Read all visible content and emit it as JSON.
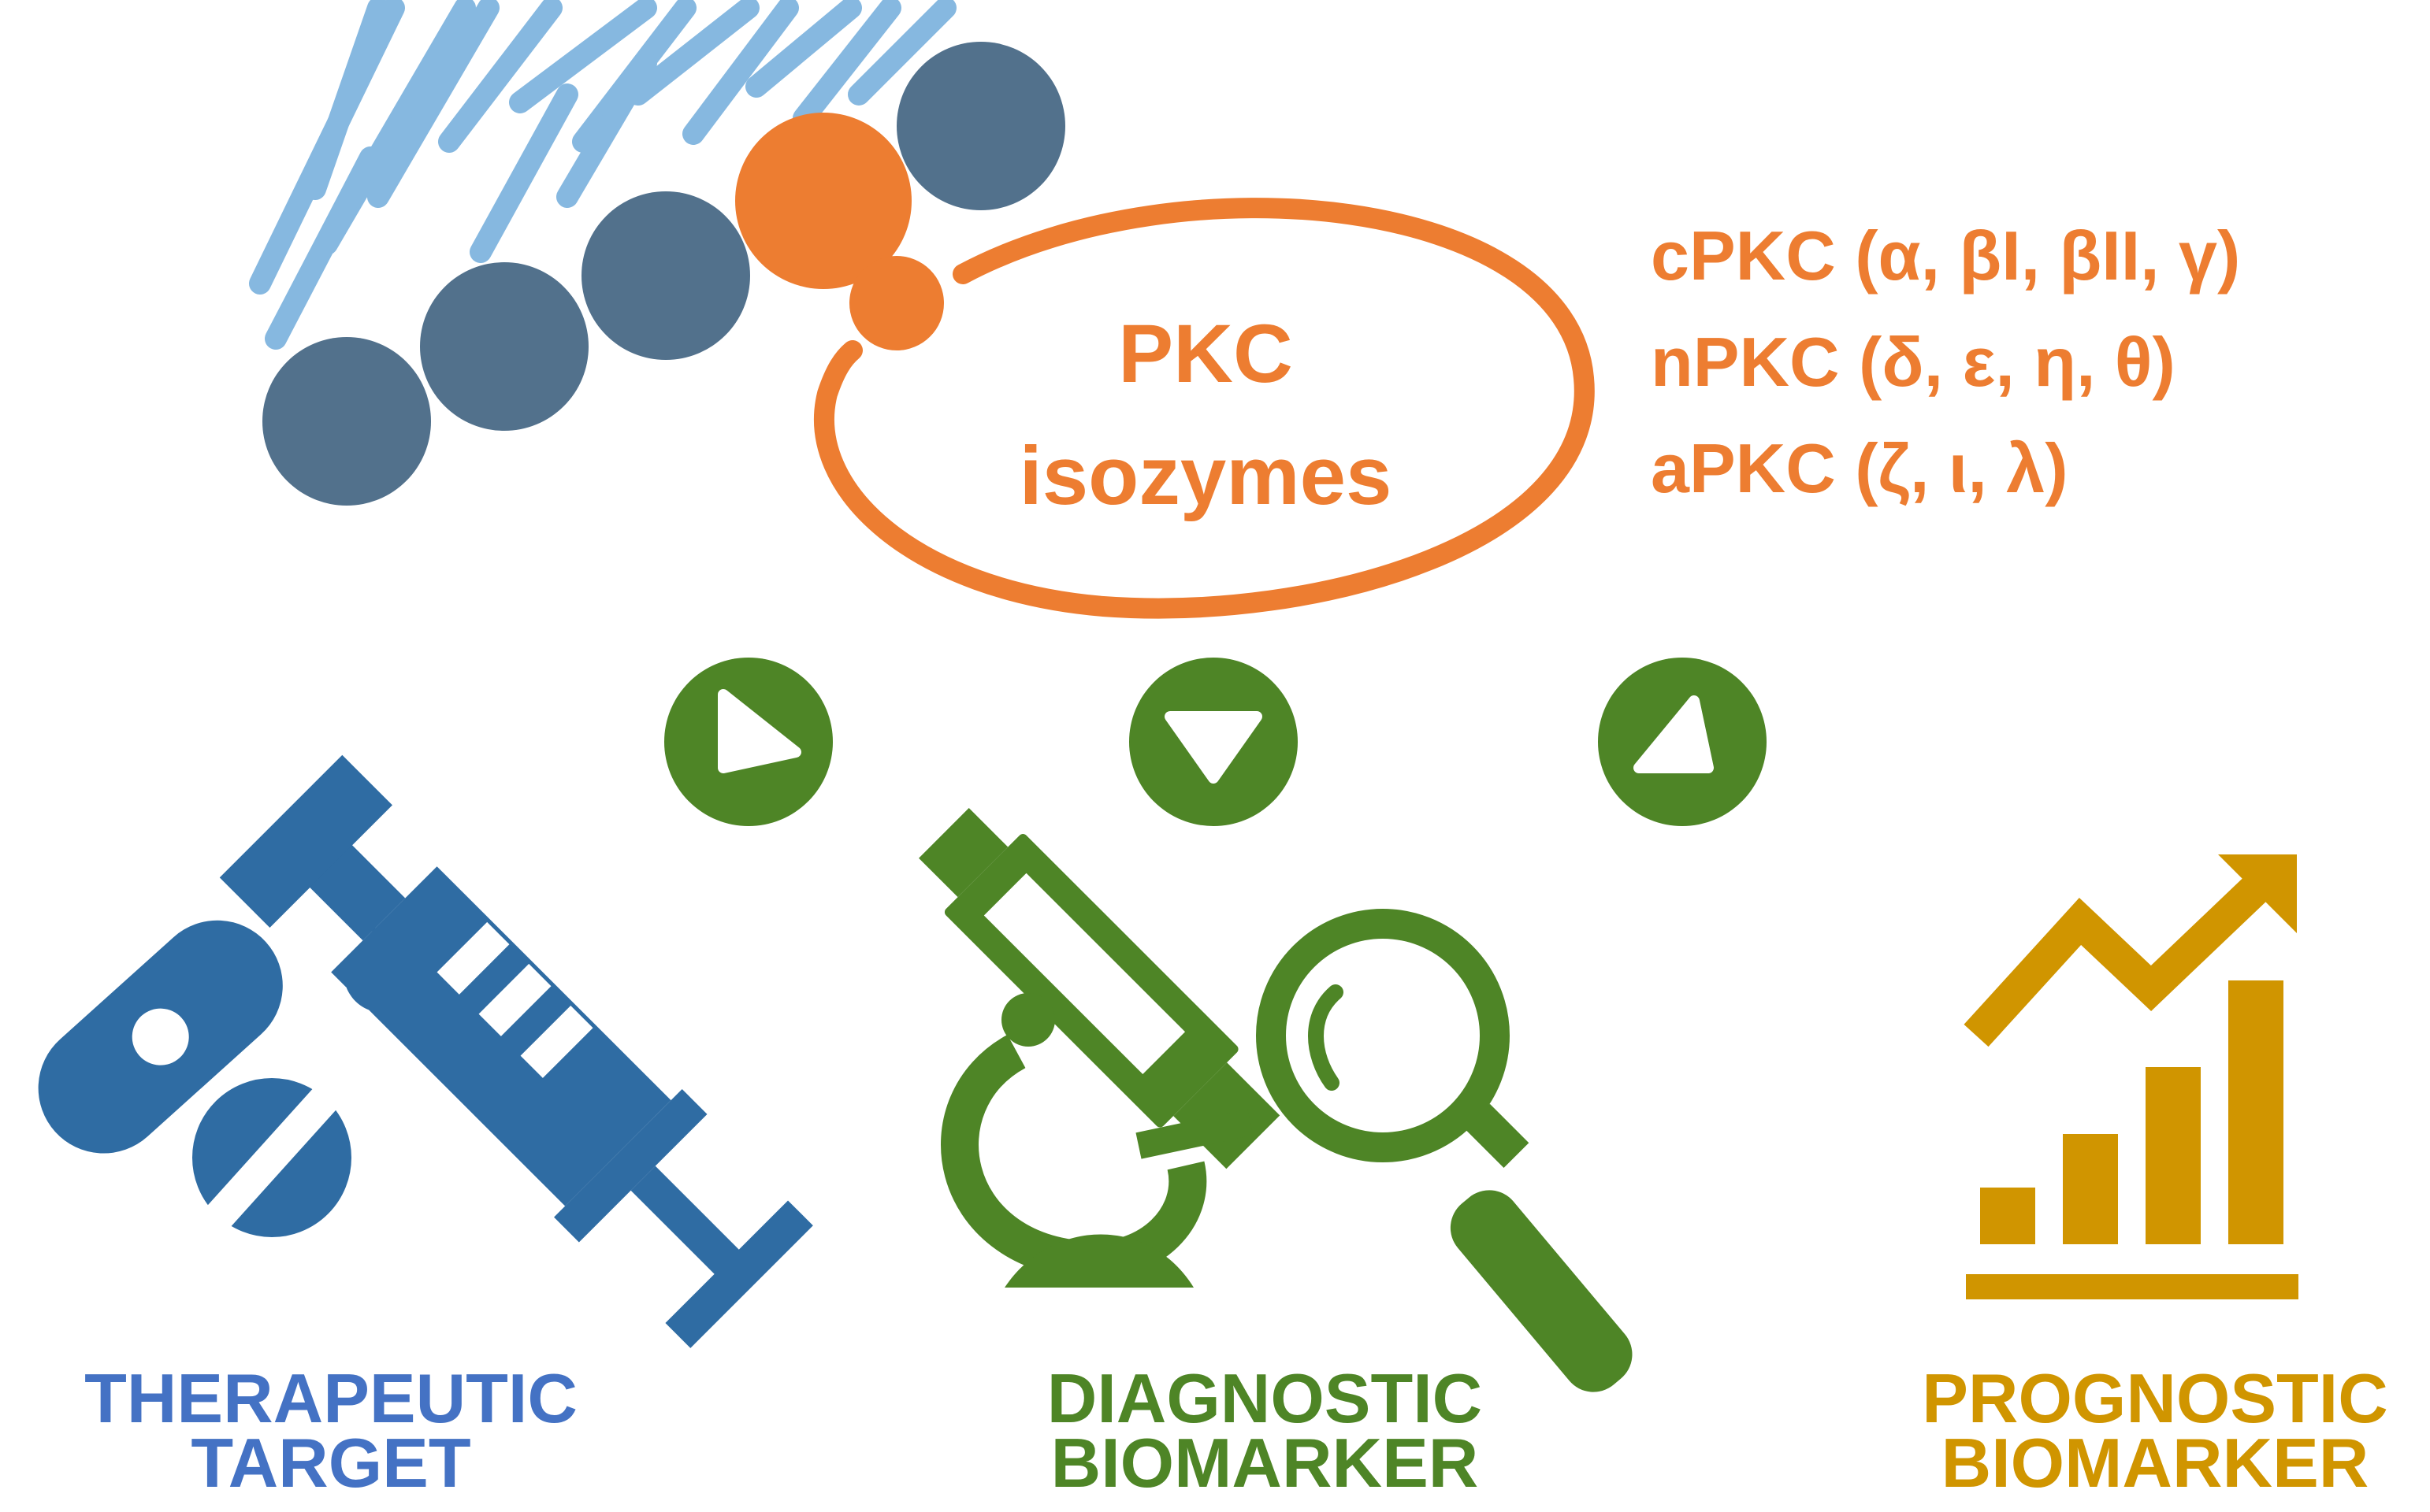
{
  "center": {
    "title_line1": "PKC",
    "title_line2": "isozymes"
  },
  "isozyme_classes": [
    {
      "label": "cPKC (α, βI, βII, γ)"
    },
    {
      "label": "nPKC (δ, ε, η, θ)"
    },
    {
      "label": "aPKC (ζ, ι, λ)"
    }
  ],
  "outcomes": {
    "therapeutic": {
      "line1": "THERAPEUTIC",
      "line2": "TARGET",
      "icon": "pill-syringe-icon"
    },
    "diagnostic": {
      "line1": "DIAGNOSTIC",
      "line2": "BIOMARKER",
      "icon": "microscope-magnifier-icon"
    },
    "prognostic": {
      "line1": "PROGNOSTIC",
      "line2": "BIOMARKER",
      "icon": "bar-chart-trend-icon"
    }
  },
  "colors": {
    "orange": "#ED7D31",
    "blue": "#2F6CA3",
    "blue_text": "#4472C4",
    "green": "#4E8526",
    "gold": "#D09500",
    "membrane_tail": "#86B8E0",
    "membrane_head": "#52718C"
  }
}
